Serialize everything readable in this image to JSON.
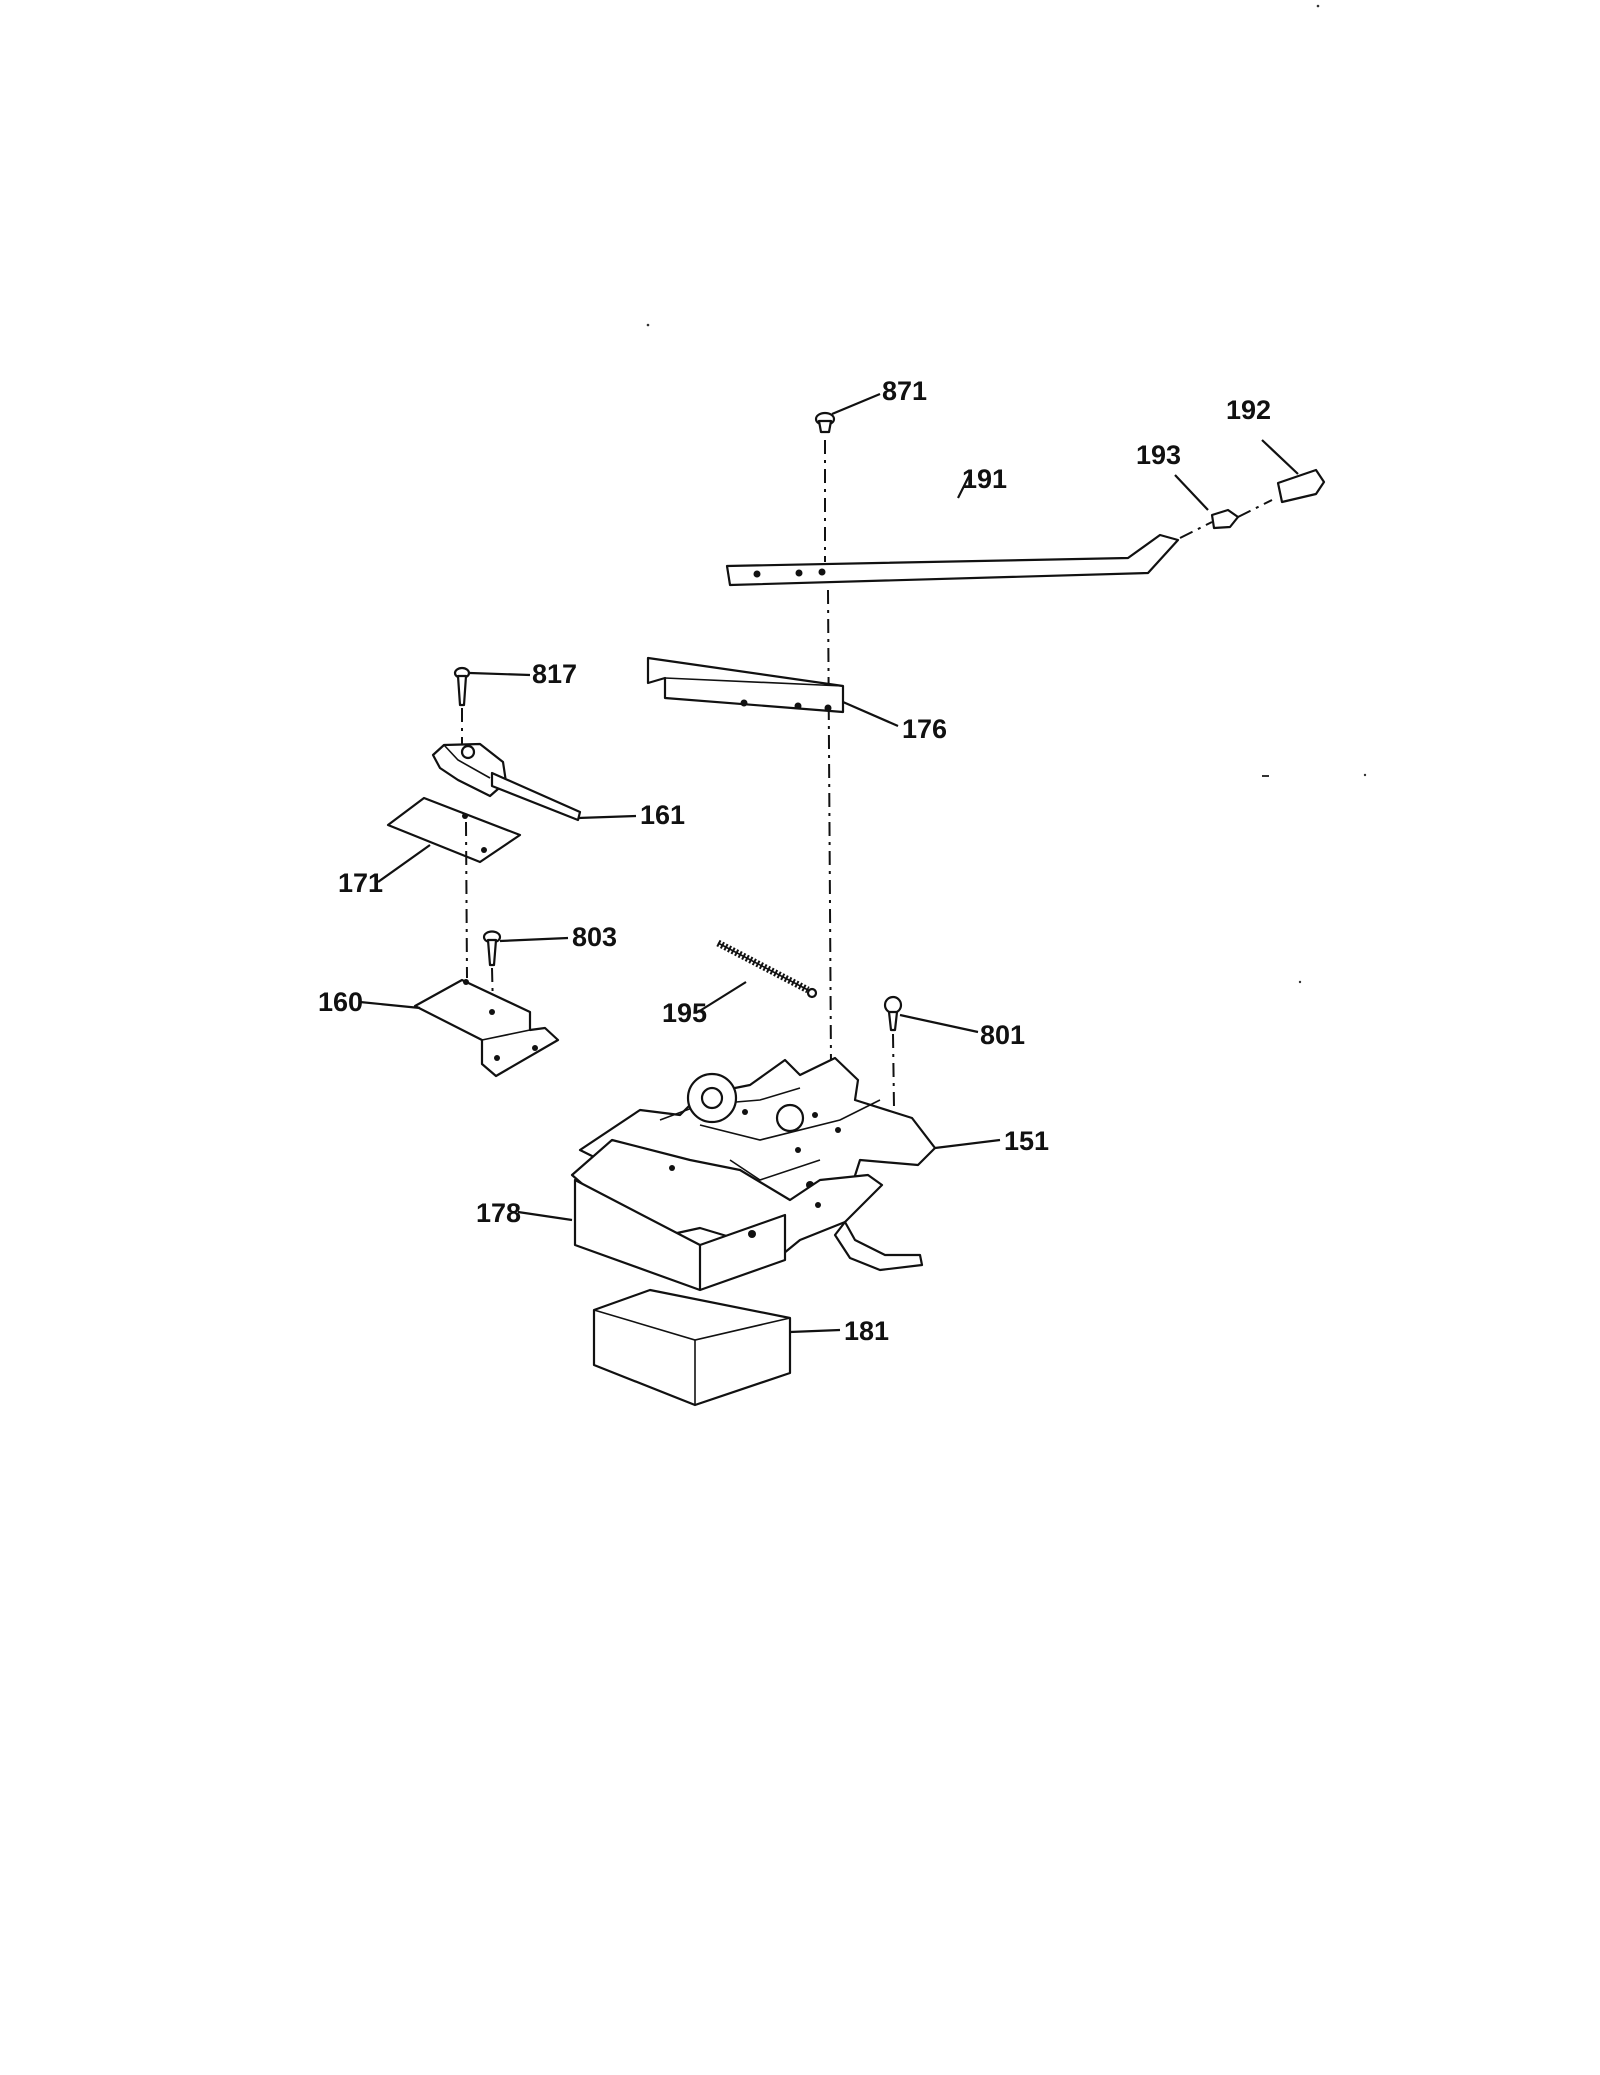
{
  "diagram": {
    "labels": {
      "p871": "871",
      "p191": "191",
      "p193": "193",
      "p192": "192",
      "p817": "817",
      "p176": "176",
      "p161": "161",
      "p171": "171",
      "p803": "803",
      "p160": "160",
      "p195": "195",
      "p801": "801",
      "p151": "151",
      "p178": "178",
      "p181": "181"
    }
  }
}
